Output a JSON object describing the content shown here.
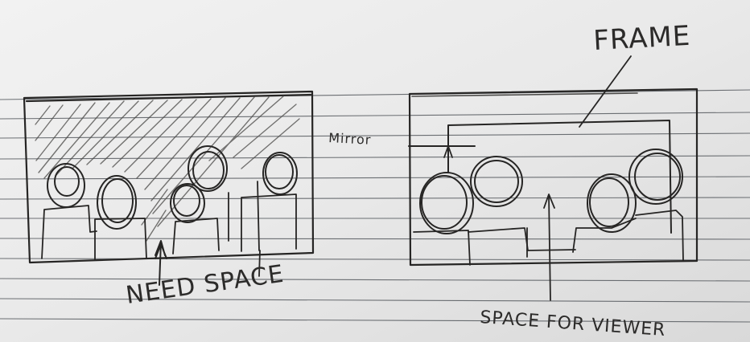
{
  "labels": {
    "frame": "FRAME",
    "mirror": "Mirror",
    "need_space": "NEED SPACE",
    "space_for_viewer": "SPACE FOR VIEWER"
  },
  "colors": {
    "paper": "#eaeaea",
    "ruling": "#55595e",
    "pencil": "#262524"
  }
}
